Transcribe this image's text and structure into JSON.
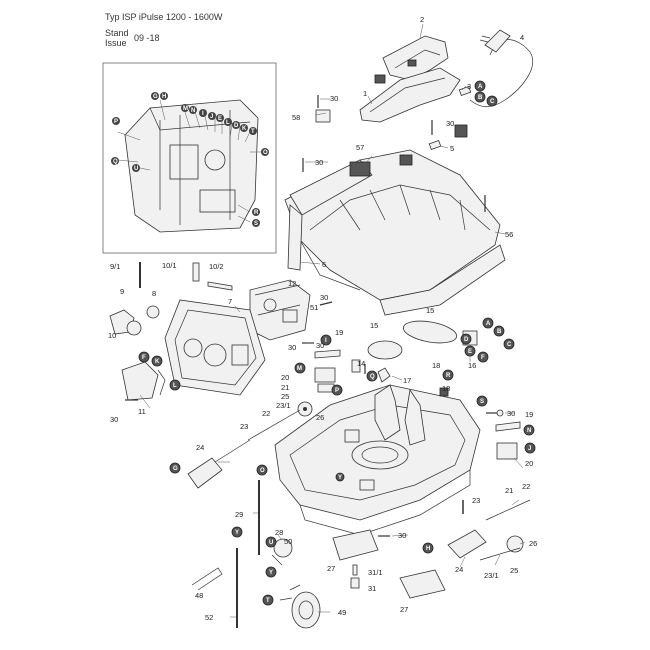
{
  "header": {
    "title": "Typ ISP iPulse 1200 - 1600W",
    "stand_label": "Stand",
    "issue_label": "Issue",
    "issue_value": "09 -18"
  },
  "labels": {
    "p1": "1",
    "p2": "2",
    "p3": "3",
    "p4": "4",
    "p5": "5",
    "p6": "6",
    "p7": "7",
    "p8": "8",
    "p9": "9",
    "p9_1": "9/1",
    "p10": "10",
    "p10_1": "10/1",
    "p10_2": "10/2",
    "p11": "11",
    "p12": "12",
    "p14": "14",
    "p15a": "15",
    "p15b": "15",
    "p16": "16",
    "p17": "17",
    "p18a": "18",
    "p18b": "18",
    "p19a": "19",
    "p19b": "19",
    "p20a": "20",
    "p20b": "20",
    "p21a": "21",
    "p21b": "21",
    "p22a": "22",
    "p22b": "22",
    "p23a": "23",
    "p23b": "23",
    "p23_1a": "23/1",
    "p23_1b": "23/1",
    "p24a": "24",
    "p24b": "24",
    "p25a": "25",
    "p25b": "25",
    "p26a": "26",
    "p26b": "26",
    "p27a": "27",
    "p27b": "27",
    "p28": "28",
    "p29": "29",
    "p30a": "30",
    "p30b": "30",
    "p30c": "30",
    "p30d": "30",
    "p30e": "30",
    "p30f": "30",
    "p30g": "30",
    "p30h": "30",
    "p30i": "30",
    "p31": "31",
    "p31_1": "31/1",
    "p48": "48",
    "p49": "49",
    "p50": "50",
    "p51": "51",
    "p52": "52",
    "p56": "56",
    "p57": "57",
    "p58": "58"
  },
  "badges": {
    "A": "A",
    "B": "B",
    "C": "C",
    "D": "D",
    "E": "E",
    "F": "F",
    "G": "G",
    "H": "H",
    "I": "I",
    "J": "J",
    "K": "K",
    "L": "L",
    "M": "M",
    "N": "N",
    "O": "O",
    "P": "P",
    "Q": "Q",
    "R": "R",
    "S": "S",
    "T": "T",
    "U": "U",
    "Y": "Y",
    "dot": "•"
  }
}
